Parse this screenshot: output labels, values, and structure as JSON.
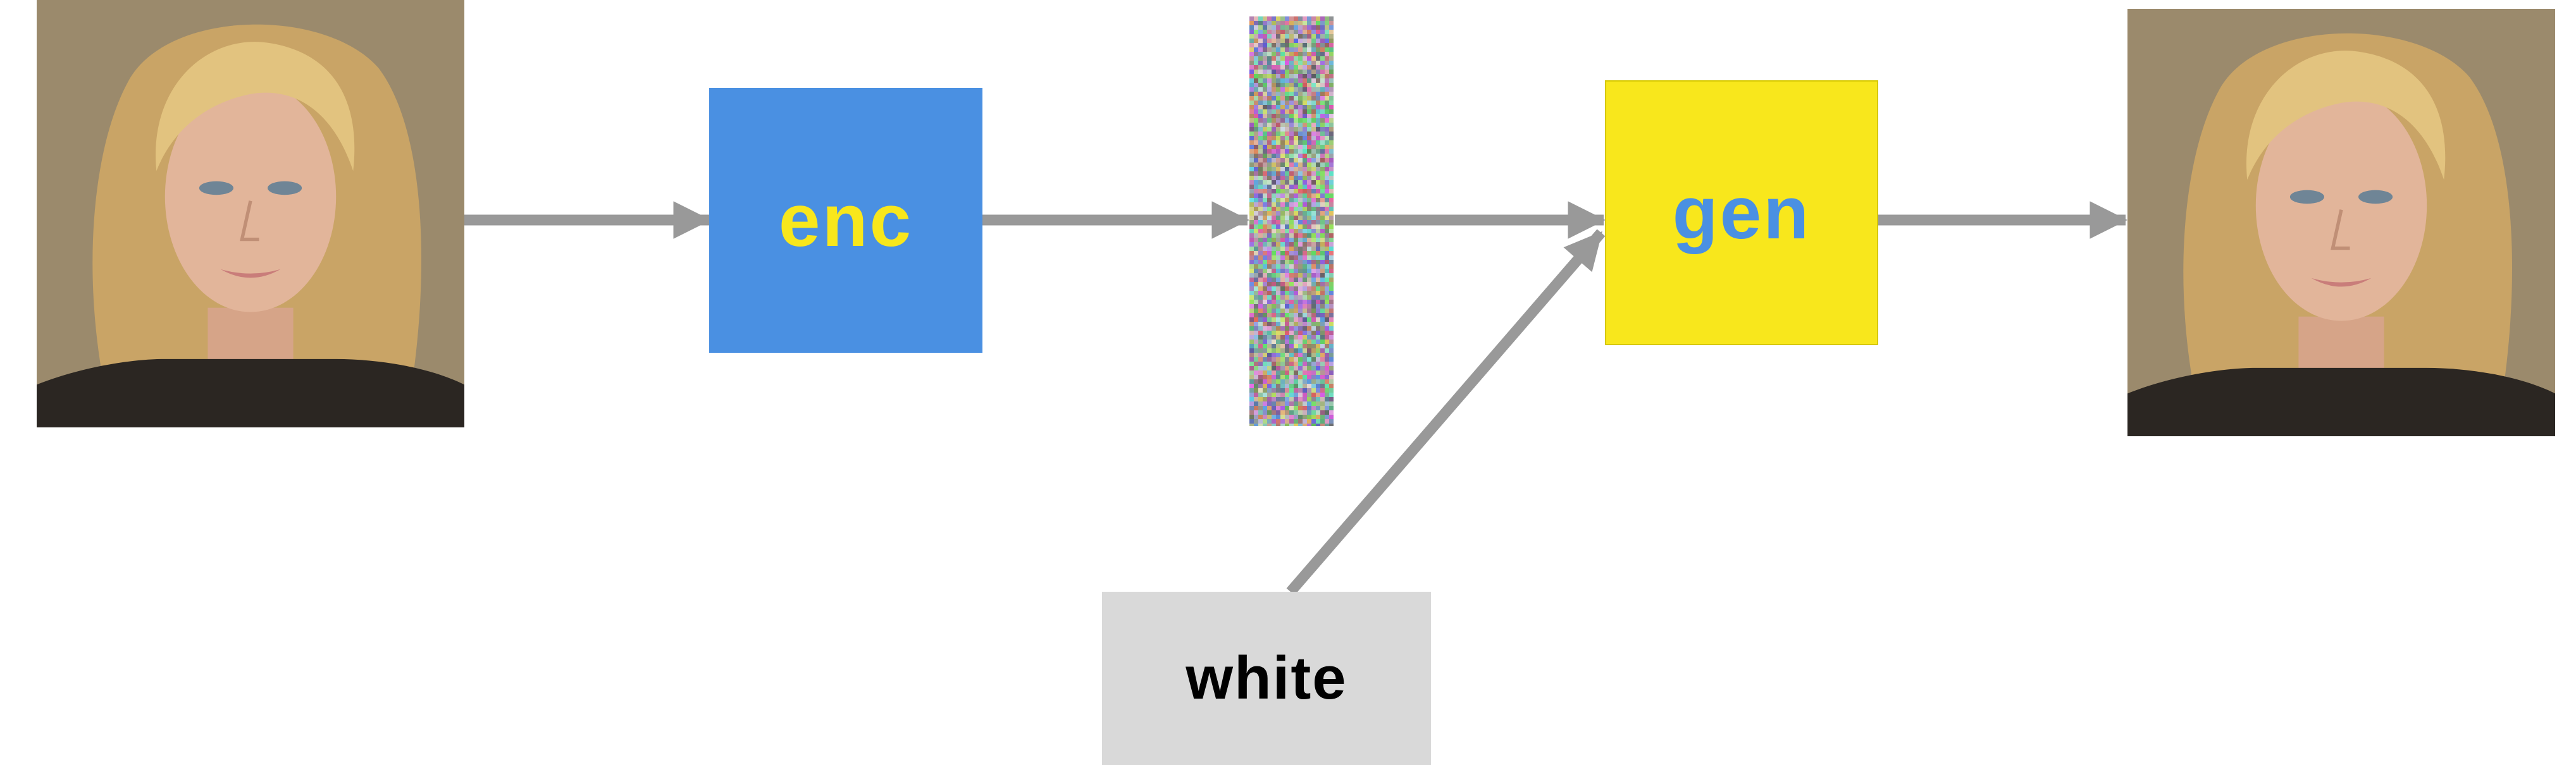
{
  "nodes": {
    "enc": {
      "label": "enc"
    },
    "gen": {
      "label": "gen"
    },
    "white": {
      "label": "white"
    }
  },
  "colors": {
    "enc_fill": "#4a90e2",
    "enc_text": "#f8e71c",
    "gen_fill": "#f8e71c",
    "gen_text": "#4a90e2",
    "white_fill": "#d9d9d9",
    "white_text": "#000000",
    "arrow": "#999999",
    "skin": "#e2b59a",
    "hair": "#d6b06d",
    "background_tan": "#9b8a6c"
  },
  "icons": {
    "input": "face-photo-icon",
    "latent": "noise-latent-vector",
    "output": "face-photo-icon"
  }
}
